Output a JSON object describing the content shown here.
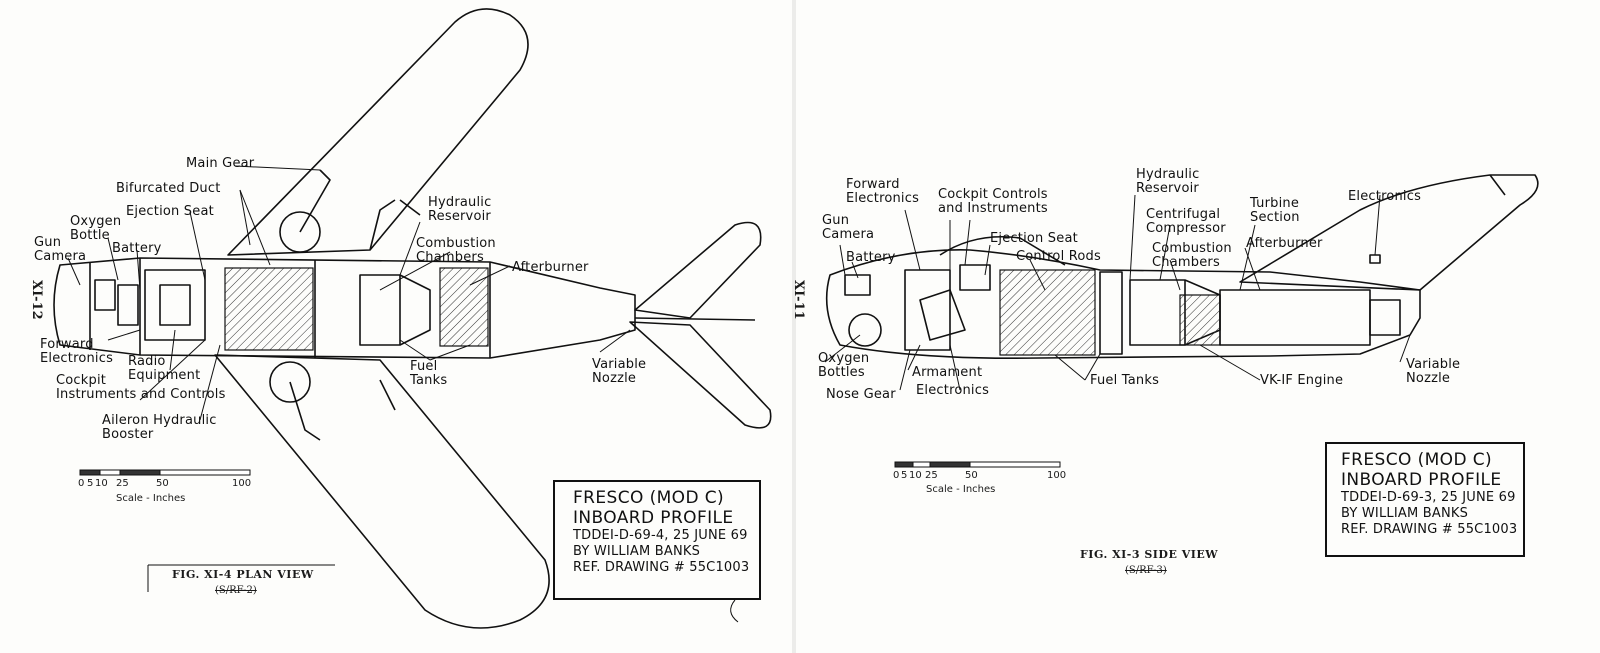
{
  "plan_view": {
    "side_code": "XI-12",
    "labels": {
      "main_gear": "Main Gear",
      "bifurcated_duct": "Bifurcated Duct",
      "ejection_seat": "Ejection Seat",
      "oxygen_bottle": "Oxygen\nBottle",
      "battery": "Battery",
      "gun_camera": "Gun\nCamera",
      "hydraulic_reservoir": "Hydraulic\nReservoir",
      "combustion_chambers": "Combustion\nChambers",
      "afterburner": "Afterburner",
      "forward_electronics": "Forward\nElectronics",
      "radio_equipment": "Radio\nEquipment",
      "cockpit_instruments": "Cockpit\nInstruments and Controls",
      "fuel_tanks": "Fuel\nTanks",
      "variable_nozzle": "Variable\nNozzle",
      "aileron_booster": "Aileron Hydraulic\nBooster"
    },
    "scale": {
      "ticks": [
        "0",
        "5",
        "10",
        "25",
        "50",
        "100"
      ],
      "caption": "Scale - Inches"
    },
    "title_box": {
      "line1": "FRESCO (MOD C)",
      "line2": "INBOARD PROFILE",
      "line3": "TDDEI-D-69-4, 25 JUNE 69",
      "line4": "BY WILLIAM BANKS",
      "line5": "REF. DRAWING # 55C1003"
    },
    "figure_caption": "FIG. XI-4 PLAN VIEW",
    "struck_ref": "(S/RF-2)"
  },
  "side_view": {
    "side_code": "XI-11",
    "labels": {
      "forward_electronics": "Forward\nElectronics",
      "cockpit_controls": "Cockpit Controls\nand Instruments",
      "hydraulic_reservoir": "Hydraulic\nReservoir",
      "electronics_top": "Electronics",
      "gun_camera": "Gun\nCamera",
      "battery": "Battery",
      "ejection_seat": "Ejection Seat",
      "control_rods": "Control Rods",
      "centrifugal_compressor": "Centrifugal\nCompressor",
      "combustion_chambers": "Combustion\nChambers",
      "turbine_section": "Turbine\nSection",
      "afterburner": "Afterburner",
      "oxygen_bottles": "Oxygen\nBottles",
      "armament": "Armament",
      "nose_gear": "Nose Gear",
      "electronics_bottom": "Electronics",
      "fuel_tanks": "Fuel Tanks",
      "vk_engine": "VK-IF Engine",
      "variable_nozzle": "Variable\nNozzle"
    },
    "scale": {
      "ticks": [
        "0",
        "5",
        "10",
        "25",
        "50",
        "100"
      ],
      "caption": "Scale - Inches"
    },
    "title_box": {
      "line1": "FRESCO (MOD C)",
      "line2": "INBOARD PROFILE",
      "line3": "TDDEI-D-69-3, 25 JUNE 69",
      "line4": "BY WILLIAM BANKS",
      "line5": "REF. DRAWING # 55C1003"
    },
    "figure_caption": "FIG. XI-3 SIDE VIEW",
    "struck_ref": "(S/RF-3)"
  }
}
